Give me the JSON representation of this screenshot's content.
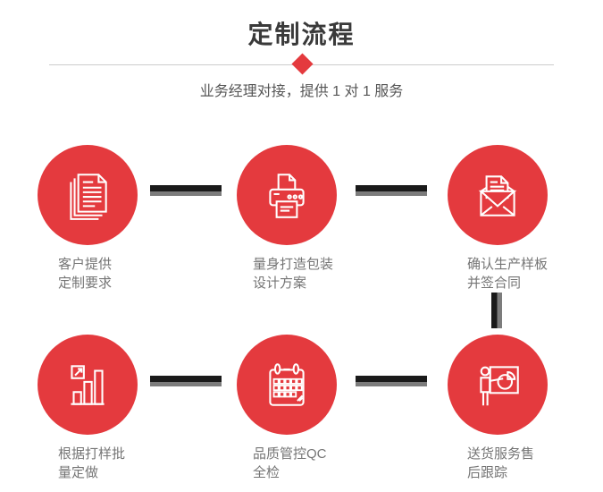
{
  "header": {
    "title": "定制流程",
    "subtitle": "业务经理对接，提供 1 对 1 服务"
  },
  "colors": {
    "accent_red": "#e43a3e",
    "title_text": "#3a3a3a",
    "subtitle_text": "#555555",
    "label_text": "#757575",
    "divider": "#cccccc",
    "connector_dark": "#1a1a1a",
    "connector_gray": "#7c7c7c",
    "icon_stroke": "#ffffff"
  },
  "steps": [
    {
      "icon": "documents-icon",
      "label_line1": "客户提供",
      "label_line2": "定制要求"
    },
    {
      "icon": "printer-icon",
      "label_line1": "量身打造包装",
      "label_line2": "设计方案"
    },
    {
      "icon": "envelope-icon",
      "label_line1": "确认生产样板",
      "label_line2": "并签合同"
    },
    {
      "icon": "bar-chart-icon",
      "label_line1": "根据打样批",
      "label_line2": "量定做"
    },
    {
      "icon": "calendar-icon",
      "label_line1": "品质管控QC",
      "label_line2": "全检"
    },
    {
      "icon": "presenter-icon",
      "label_line1": "送货服务售",
      "label_line2": "后跟踪"
    }
  ]
}
